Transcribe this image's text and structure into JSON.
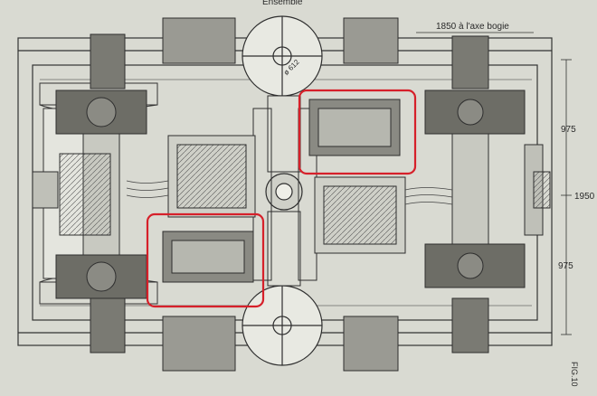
{
  "title": "Ensemble",
  "dimensions": {
    "axle": "1850 à l'axe bogie",
    "upper": "975",
    "total": "1950",
    "lower": "975",
    "diameter": "ø 612"
  },
  "figure_label": "FIG.10",
  "colors": {
    "background": "#d9dad2",
    "ink": "#2e2e2e",
    "highlight": "#d6202a"
  }
}
